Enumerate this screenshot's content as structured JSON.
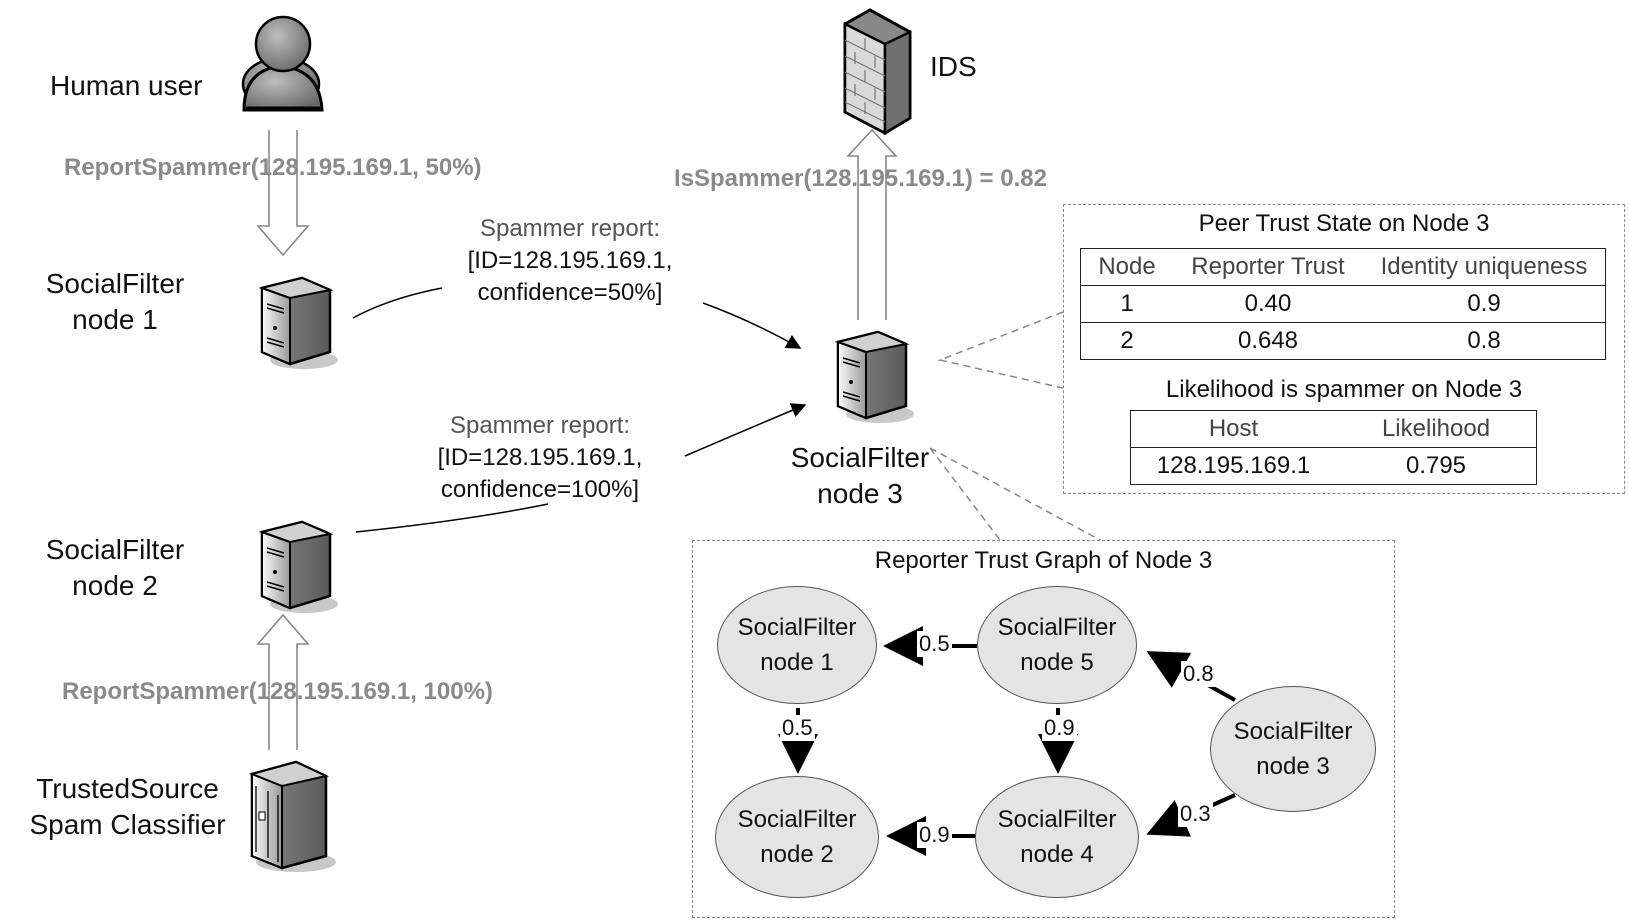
{
  "actors": {
    "human_user": "Human user",
    "ids": "IDS",
    "node1": [
      "SocialFilter",
      "node 1"
    ],
    "node2": [
      "SocialFilter",
      "node 2"
    ],
    "node3": [
      "SocialFilter",
      "node 3"
    ],
    "trusted_source": [
      "TrustedSource",
      "Spam Classifier"
    ]
  },
  "calls": {
    "report_top": "ReportSpammer(128.195.169.1, 50%)",
    "report_bottom": "ReportSpammer(128.195.169.1, 100%)",
    "is_spammer": "IsSpammer(128.195.169.1) = 0.82"
  },
  "reports": [
    {
      "title": "Spammer report:",
      "id": "[ID=128.195.169.1,",
      "confidence": "confidence=50%]"
    },
    {
      "title": "Spammer report:",
      "id": "[ID=128.195.169.1,",
      "confidence": "confidence=100%]"
    }
  ],
  "peer_trust": {
    "title": "Peer Trust State on Node 3",
    "headers": [
      "Node",
      "Reporter Trust",
      "Identity uniqueness"
    ],
    "rows": [
      [
        "1",
        "0.40",
        "0.9"
      ],
      [
        "2",
        "0.648",
        "0.8"
      ]
    ]
  },
  "likelihood": {
    "title": "Likelihood is spammer on Node 3",
    "headers": [
      "Host",
      "Likelihood"
    ],
    "rows": [
      [
        "128.195.169.1",
        "0.795"
      ]
    ]
  },
  "graph": {
    "title": "Reporter Trust Graph of Node 3",
    "nodes": {
      "n1": [
        "SocialFilter",
        "node 1"
      ],
      "n5": [
        "SocialFilter",
        "node 5"
      ],
      "n3": [
        "SocialFilter",
        "node 3"
      ],
      "n2": [
        "SocialFilter",
        "node 2"
      ],
      "n4": [
        "SocialFilter",
        "node 4"
      ]
    },
    "edges": {
      "n5_to_n1": "0.5",
      "n1_to_n2": "0.5",
      "n5_to_n4": "0.9",
      "n4_to_n2": "0.9",
      "n3_to_n5": "0.8",
      "n3_to_n4": "0.3"
    }
  }
}
